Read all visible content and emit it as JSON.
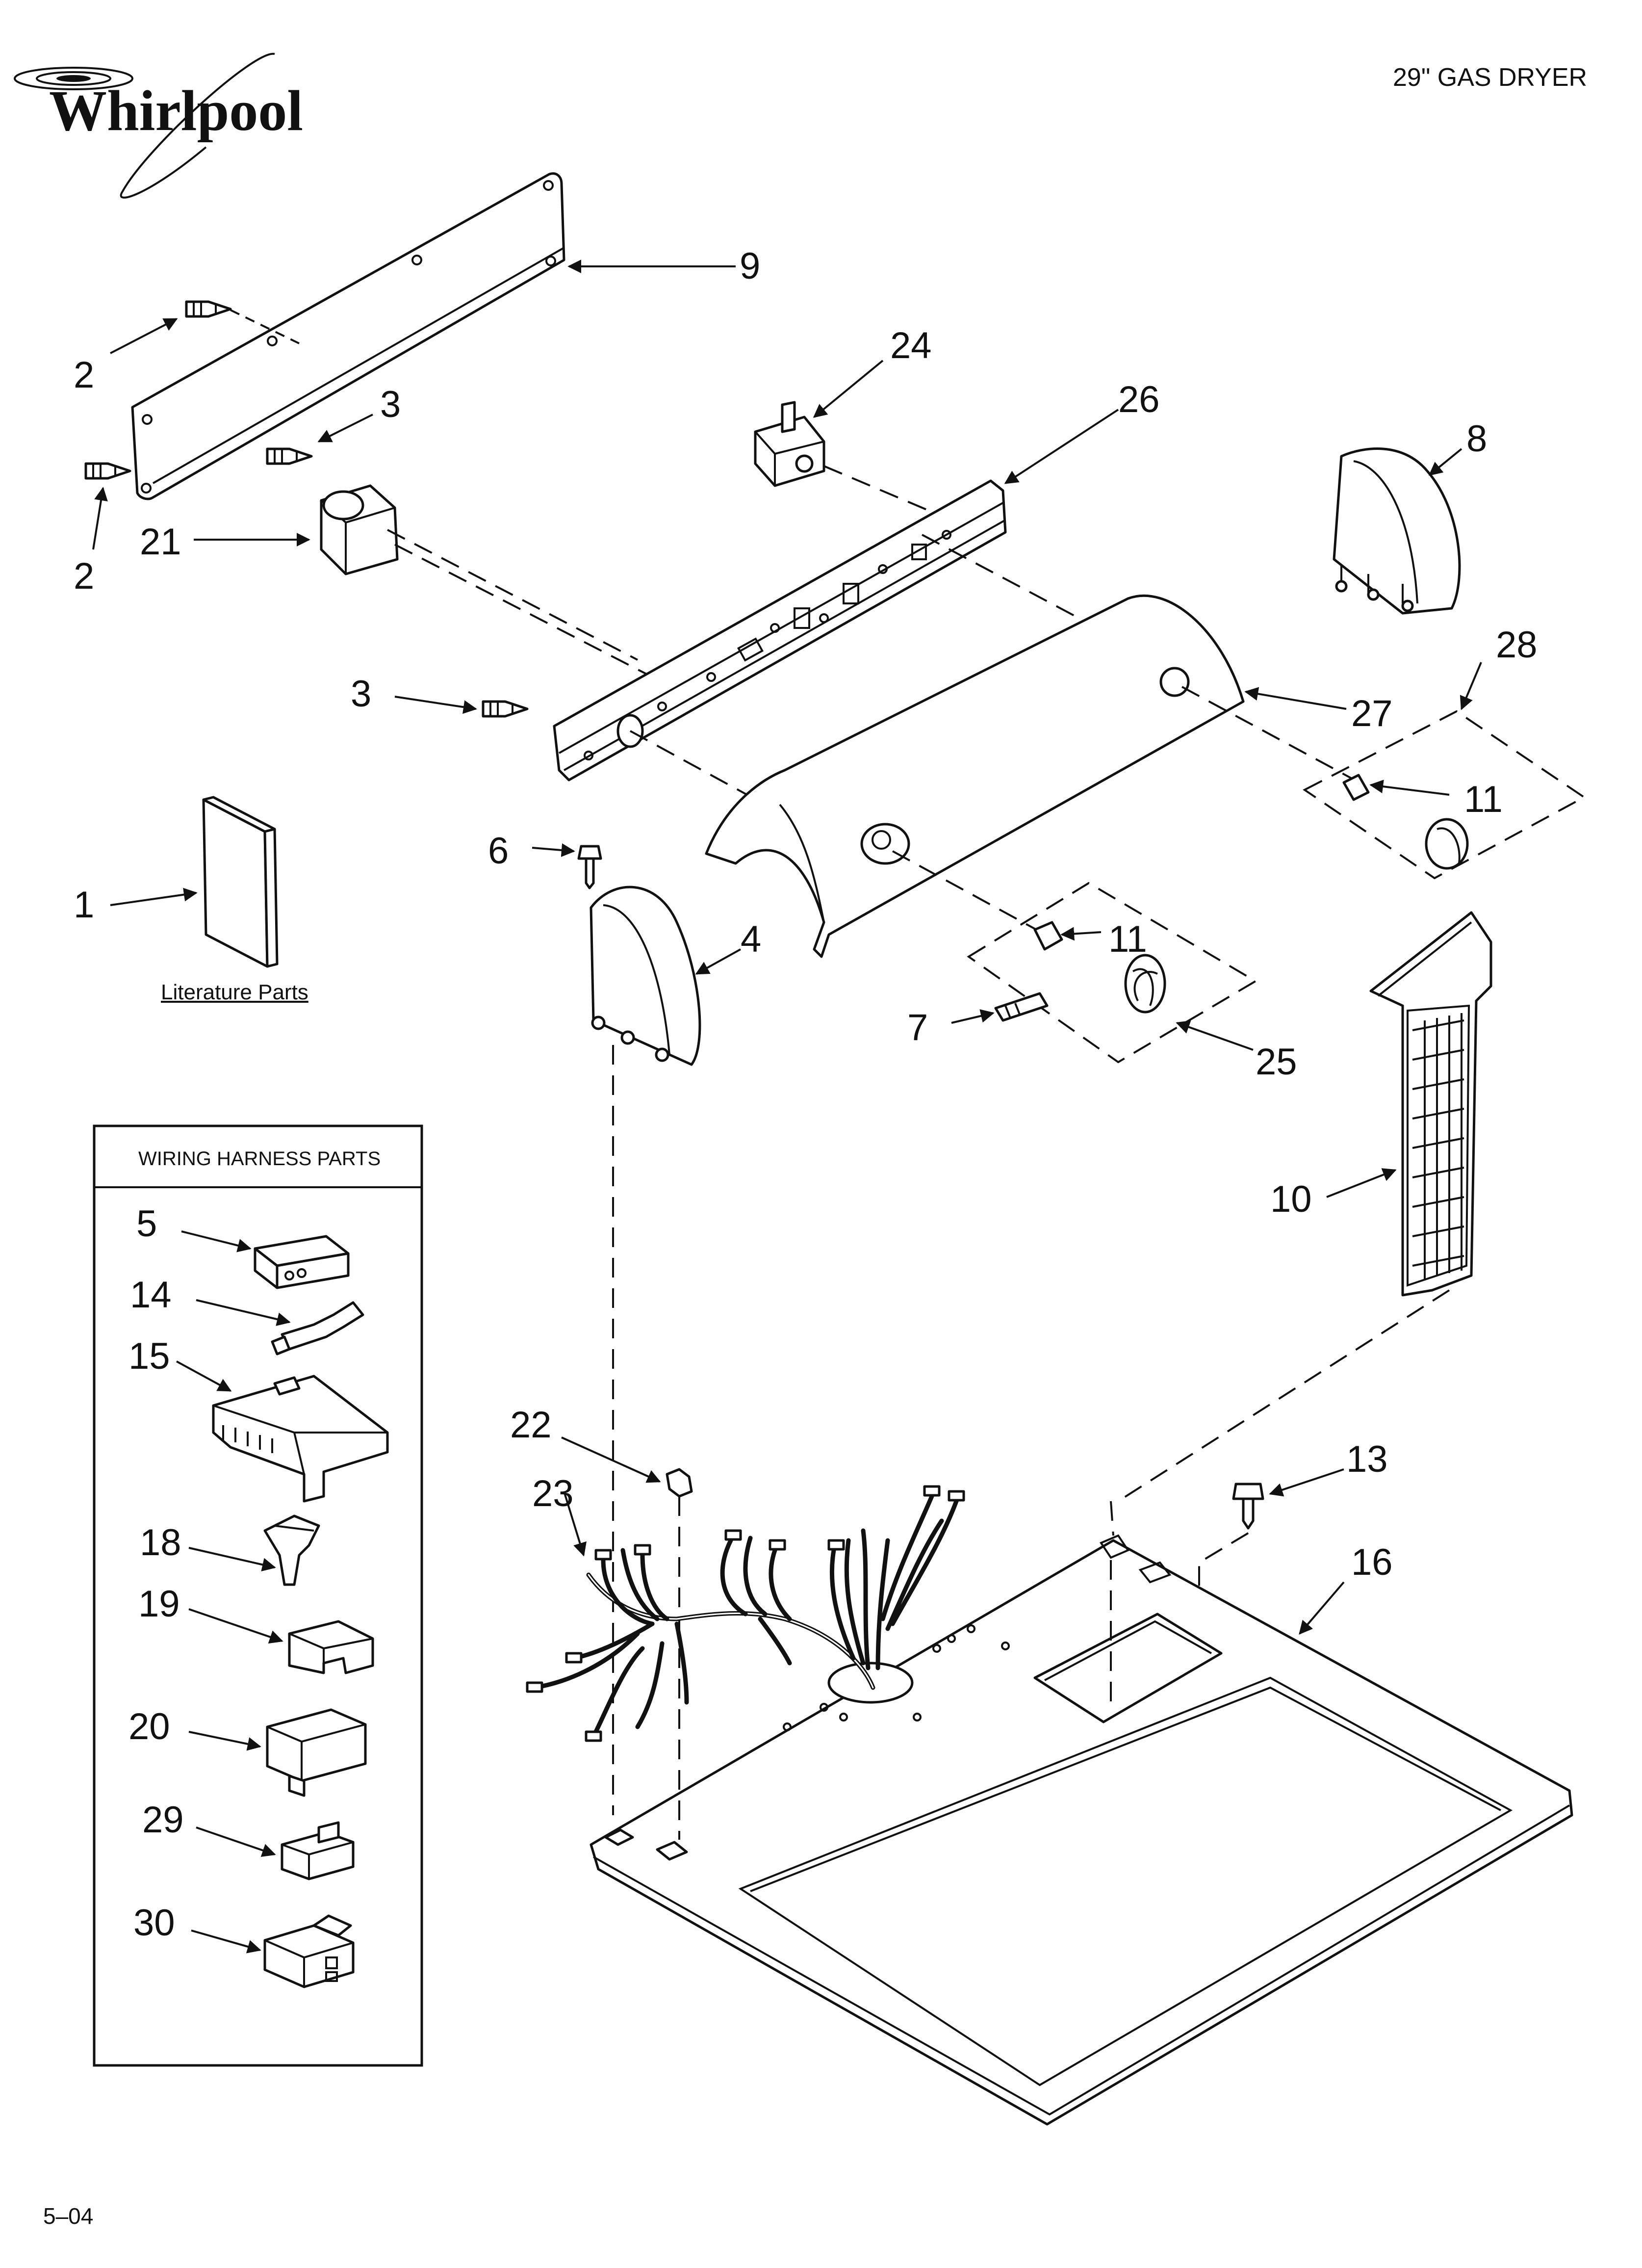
{
  "brand": "Whirlpool",
  "header_title": "29\" GAS DRYER",
  "literature_label": "Literature Parts",
  "wiring_box_title": "WIRING HARNESS PARTS",
  "footer_code": "5–04",
  "callouts": {
    "p1": "1",
    "p2a": "2",
    "p2b": "2",
    "p3a": "3",
    "p3b": "3",
    "p4": "4",
    "p5": "5",
    "p6": "6",
    "p7": "7",
    "p8": "8",
    "p9": "9",
    "p10": "10",
    "p11a": "11",
    "p11b": "11",
    "p13": "13",
    "p14": "14",
    "p15": "15",
    "p16": "16",
    "p18": "18",
    "p19": "19",
    "p20": "20",
    "p21": "21",
    "p22": "22",
    "p23": "23",
    "p24": "24",
    "p25": "25",
    "p26": "26",
    "p27": "27",
    "p28": "28",
    "p29": "29",
    "p30": "30"
  },
  "icons": {
    "logo": "whirlpool-swirl-logo"
  },
  "colors": {
    "ink": "#111111",
    "paper": "#ffffff"
  }
}
